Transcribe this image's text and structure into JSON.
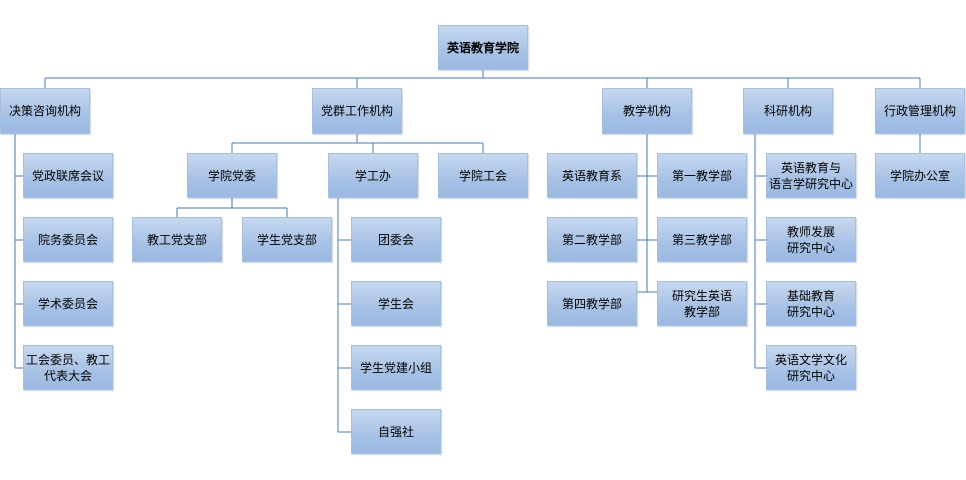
{
  "chart_data": {
    "type": "org-chart",
    "root": {
      "label": "英语教育学院",
      "children": [
        {
          "label": "决策咨询机构",
          "children": [
            {
              "label": "党政联席会议"
            },
            {
              "label": "院务委员会"
            },
            {
              "label": "学术委员会"
            },
            {
              "label": "工会委员、教工代表大会"
            }
          ]
        },
        {
          "label": "党群工作机构",
          "children": [
            {
              "label": "学院党委",
              "children": [
                {
                  "label": "教工党支部"
                },
                {
                  "label": "学生党支部"
                }
              ]
            },
            {
              "label": "学工办",
              "children": [
                {
                  "label": "团委会"
                },
                {
                  "label": "学生会"
                },
                {
                  "label": "学生党建小组"
                },
                {
                  "label": "自强社"
                }
              ]
            },
            {
              "label": "学院工会"
            }
          ]
        },
        {
          "label": "教学机构",
          "children": [
            {
              "label": "英语教育系"
            },
            {
              "label": "第一教学部"
            },
            {
              "label": "第二教学部"
            },
            {
              "label": "第三教学部"
            },
            {
              "label": "第四教学部"
            },
            {
              "label": "研究生英语教学部"
            }
          ]
        },
        {
          "label": "科研机构",
          "children": [
            {
              "label": "英语教育与语言学研究中心"
            },
            {
              "label": "教师发展研究中心"
            },
            {
              "label": "基础教育研究中心"
            },
            {
              "label": "英语文学文化研究中心"
            }
          ]
        },
        {
          "label": "行政管理机构",
          "children": [
            {
              "label": "学院办公室"
            }
          ]
        }
      ]
    }
  },
  "nodes": {
    "root": "英语教育学院",
    "decision": "决策咨询机构",
    "party": "党群工作机构",
    "teaching": "教学机构",
    "research": "科研机构",
    "admin": "行政管理机构",
    "joint_meeting": "党政联席会议",
    "college_committee": "院务委员会",
    "academic_committee": "学术委员会",
    "union_congress_l1": "工会委员、教工",
    "union_congress_l2": "代表大会",
    "party_committee": "学院党委",
    "student_affairs": "学工办",
    "college_union": "学院工会",
    "staff_branch": "教工党支部",
    "student_branch": "学生党支部",
    "youth_league": "团委会",
    "student_union": "学生会",
    "party_building_group": "学生党建小组",
    "self_improvement_club": "自强社",
    "english_ed_dept": "英语教育系",
    "teaching_div_1": "第一教学部",
    "teaching_div_2": "第二教学部",
    "teaching_div_3": "第三教学部",
    "teaching_div_4": "第四教学部",
    "grad_div_l1": "研究生英语",
    "grad_div_l2": "教学部",
    "eling_center_l1": "英语教育与",
    "eling_center_l2": "语言学研究中心",
    "teacher_dev_l1": "教师发展",
    "teacher_dev_l2": "研究中心",
    "basic_ed_l1": "基础教育",
    "basic_ed_l2": "研究中心",
    "lit_culture_l1": "英语文学文化",
    "lit_culture_l2": "研究中心",
    "college_office": "学院办公室"
  },
  "colors": {
    "box_top": "#c7d8ef",
    "box_bottom": "#9ab8e2",
    "box_border": "#a7bfdf",
    "connector": "#4a7ab0"
  }
}
